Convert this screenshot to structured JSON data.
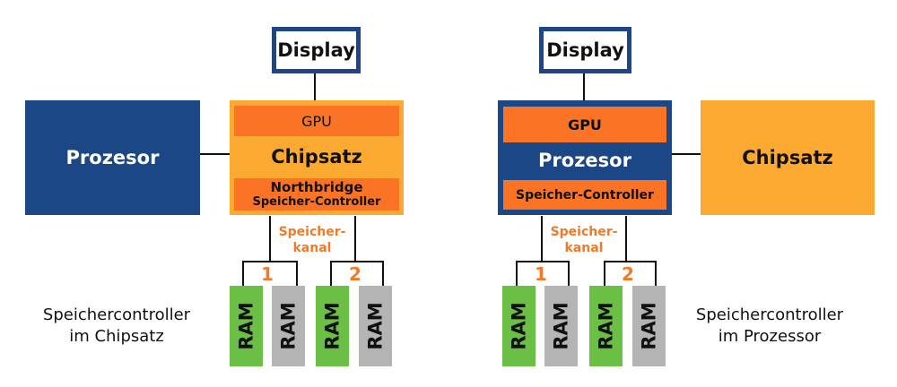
{
  "left": {
    "display_label": "Display",
    "prozesor_label": "Prozesor",
    "chipset": {
      "gpu_label": "GPU",
      "title": "Chipsatz",
      "northbridge_label": "Northbridge",
      "controller_label": "Speicher-Controller"
    },
    "channel_label_line1": "Speicher-",
    "channel_label_line2": "kanal",
    "channel_1": "1",
    "channel_2": "2",
    "ram_labels": [
      "RAM",
      "RAM",
      "RAM",
      "RAM"
    ],
    "caption_line1": "Speichercontroller",
    "caption_line2": "im Chipsatz"
  },
  "right": {
    "display_label": "Display",
    "processor": {
      "gpu_label": "GPU",
      "title": "Prozesor",
      "controller_label": "Speicher-Controller"
    },
    "chipsatz_label": "Chipsatz",
    "channel_label_line1": "Speicher-",
    "channel_label_line2": "kanal",
    "channel_1": "1",
    "channel_2": "2",
    "ram_labels": [
      "RAM",
      "RAM",
      "RAM",
      "RAM"
    ],
    "caption_line1": "Speichercontroller",
    "caption_line2": "im Prozessor"
  },
  "colors": {
    "prozesor_blue": "#1c4786",
    "chipsatz_orange": "#fba930",
    "sub_orange": "#fb7425",
    "ram_green": "#6cbf45",
    "ram_gray": "#b4b4b4",
    "label_orange": "#f07a2a"
  }
}
